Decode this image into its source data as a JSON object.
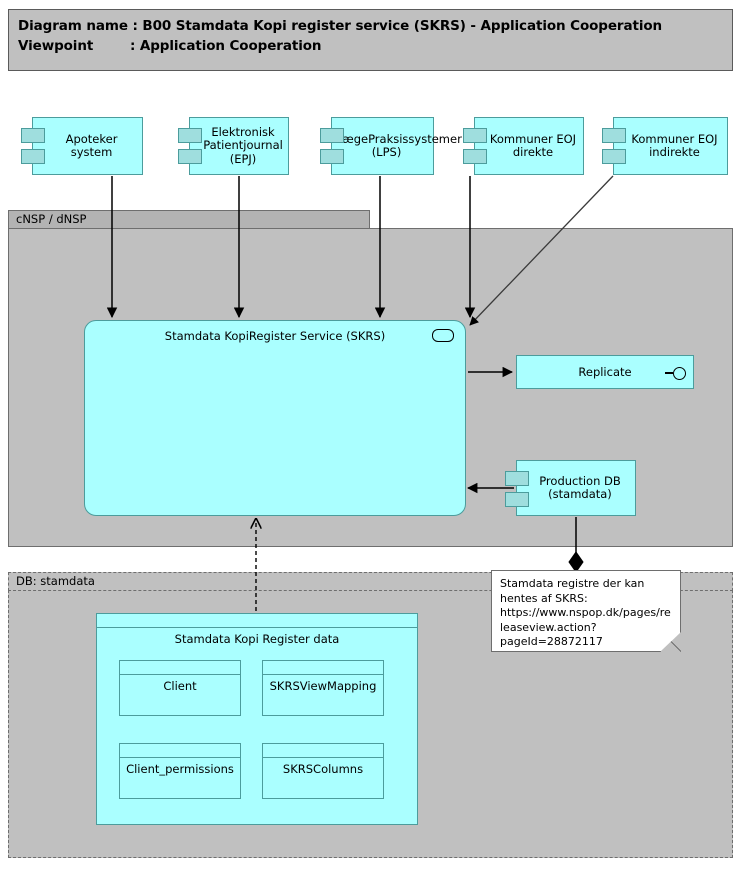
{
  "header": {
    "line1": "Diagram name : B00 Stamdata Kopi register service (SKRS) - Application Cooperation",
    "line2": "Viewpoint        : Application Cooperation"
  },
  "systems": [
    {
      "id": "apoteker",
      "label": "Apoteker system"
    },
    {
      "id": "epj",
      "label": "Elektronisk Patientjournal (EPJ)"
    },
    {
      "id": "lps",
      "label": "LægePraksissystemer (LPS)"
    },
    {
      "id": "eoj-direkte",
      "label": "Kommuner EOJ direkte"
    },
    {
      "id": "eoj-indirekte",
      "label": "Kommuner EOJ indirekte"
    }
  ],
  "containers": {
    "cnsp_label": "cNSP / dNSP",
    "db_label": "DB: stamdata"
  },
  "service": {
    "label": "Stamdata KopiRegister Service (SKRS)",
    "interface_icon": "rounded-rectangle-icon"
  },
  "replicate": {
    "label": "Replicate",
    "interface_icon": "provided-interface-lollipop-icon"
  },
  "production_db": {
    "label": "Production DB (stamdata)"
  },
  "package": {
    "title": "Stamdata Kopi Register data",
    "tables": [
      {
        "id": "client",
        "label": "Client"
      },
      {
        "id": "skrsviewmapping",
        "label": "SKRSViewMapping"
      },
      {
        "id": "client_permissions",
        "label": "Client_permissions"
      },
      {
        "id": "skrscolumns",
        "label": "SKRSColumns"
      }
    ]
  },
  "note": {
    "text": "Stamdata registre der kan hentes af SKRS: https://www.nspop.dk/pages/releaseview.action?pageId=28872117"
  },
  "colors": {
    "application_fill": "#AAFFFF",
    "application_stroke": "#4C9C9C",
    "container_fill": "#C0C0C0",
    "container_stroke": "#6E6E6E",
    "title_fill": "#C0C0C0",
    "note_fill": "#FFFFFF",
    "connector": "#000000"
  }
}
